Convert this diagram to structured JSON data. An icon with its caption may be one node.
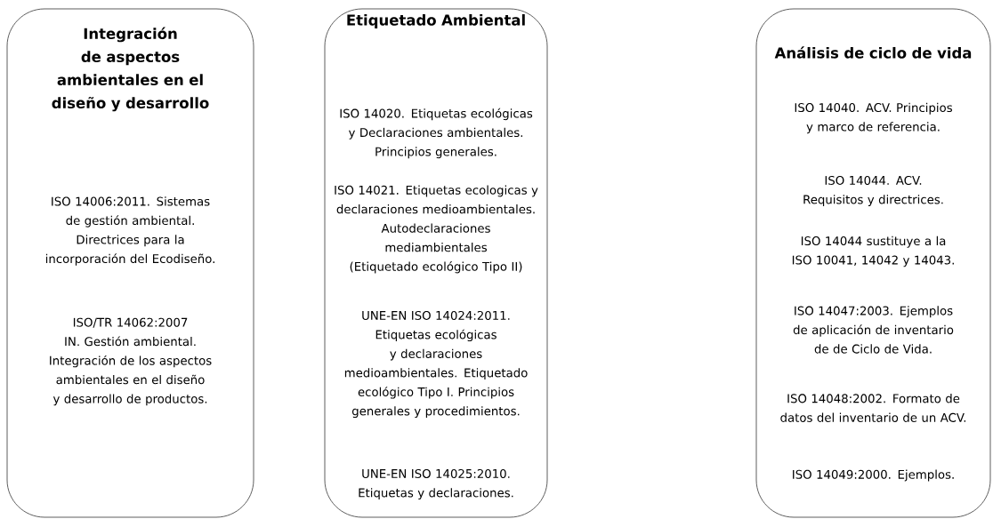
{
  "diagram": {
    "nodes": [
      {
        "text": [
          "Integración de aspectos ambientales en el diseño y desarrollo",
          "ISO 14006:2011. Sistemas de gestión ambiental. Directrices para la incorporación del Ecodiseño.",
          "ISO/TR 14062:2007 IN. Gestión ambiental. Integración de los aspectos ambientales en el diseño y desarrollo de productos."
        ]
      },
      {
        "text": [
          "Etiquetado Ambiental",
          "ISO 14020. Etiquetas ecológicas y Declaraciones ambientales. Principios generales.",
          "ISO 14021. Etiquetas ecologicas y declaraciones medioambientales. Autodeclaraciones mediambientales (Etiquetado ecológico Tipo II)",
          "UNE-EN ISO 14024:2011. Etiquetas ecológicas y declaraciones medioambientales. Etiquetado ecológico Tipo I. Principios generales y procedimientos.",
          "UNE-EN ISO 14025:2010. Etiquetas y declaraciones."
        ]
      },
      {
        "text": [
          "Análisis de ciclo de vida",
          "ISO 14040. ACV. Principios y marco de referencia.",
          "ISO 14044. ACV. Requisitos y directrices.",
          "ISO 14044 sustituye a la ISO 10041, 14042 y 14043.",
          "ISO 14047:2003. Ejemplos de aplicación de inventario de de Ciclo de Vida.",
          "ISO 14048:2002. Formato de datos del inventario de un ACV.",
          "ISO 14049:2000. Ejemplos."
        ]
      }
    ]
  }
}
